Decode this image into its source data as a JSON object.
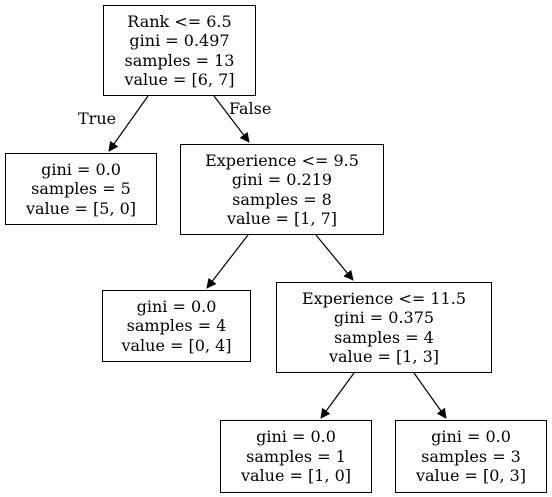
{
  "tree": {
    "root": {
      "split": "Rank <= 6.5",
      "gini": "gini = 0.497",
      "samples": "samples = 13",
      "value": "value = [6, 7]"
    },
    "left_leaf": {
      "gini": "gini = 0.0",
      "samples": "samples = 5",
      "value": "value = [5, 0]"
    },
    "exp95": {
      "split": "Experience <= 9.5",
      "gini": "gini = 0.219",
      "samples": "samples = 8",
      "value": "value = [1, 7]"
    },
    "leaf_04": {
      "gini": "gini = 0.0",
      "samples": "samples = 4",
      "value": "value = [0, 4]"
    },
    "exp115": {
      "split": "Experience <= 11.5",
      "gini": "gini = 0.375",
      "samples": "samples = 4",
      "value": "value = [1, 3]"
    },
    "leaf_10": {
      "gini": "gini = 0.0",
      "samples": "samples = 1",
      "value": "value = [1, 0]"
    },
    "leaf_03": {
      "gini": "gini = 0.0",
      "samples": "samples = 3",
      "value": "value = [0, 3]"
    }
  },
  "edge_labels": {
    "true": "True",
    "false": "False"
  },
  "colors": {
    "line": "#000000",
    "background": "#ffffff"
  }
}
